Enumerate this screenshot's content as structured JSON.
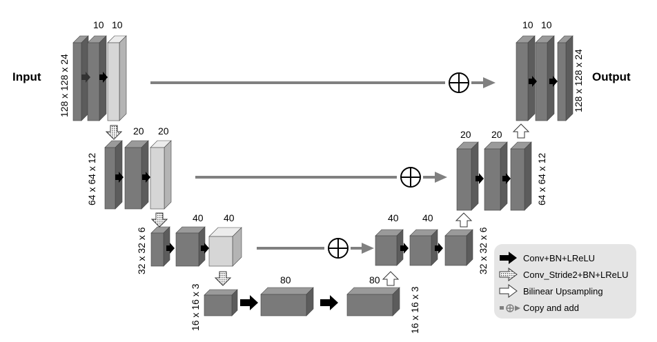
{
  "labels": {
    "input": "Input",
    "output": "Output"
  },
  "level1": {
    "dim_enc": "128 x 128 x 24",
    "dim_dec": "128 x 128 x 24",
    "enc_ch_a": "10",
    "enc_ch_b": "10",
    "dec_ch_a": "10",
    "dec_ch_b": "10"
  },
  "level2": {
    "dim_enc": "64 x 64 x 12",
    "dim_dec": "64 x 64 x 12",
    "enc_ch_a": "20",
    "enc_ch_b": "20",
    "dec_ch_a": "20",
    "dec_ch_b": "20"
  },
  "level3": {
    "dim_enc": "32 x 32 x 6",
    "dim_dec": "32 x 32 x 6",
    "enc_ch_a": "40",
    "enc_ch_b": "40",
    "dec_ch_a": "40",
    "dec_ch_b": "40"
  },
  "bottleneck": {
    "dim_enc": "16 x 16 x 3",
    "dim_dec": "16 x 16 x 3",
    "ch_a": "80",
    "ch_b": "80"
  },
  "legend": {
    "conv": "Conv+BN+LReLU",
    "conv_stride": "Conv_Stride2+BN+LReLU",
    "upsample": "Bilinear Upsampling",
    "copy_add": "Copy and add"
  },
  "colors": {
    "block_front": "#7a7a7a",
    "block_side": "#5c5c5c",
    "block_top": "#9a9a9a",
    "block_light_front": "#d6d6d6",
    "block_light_side": "#b4b4b4",
    "block_light_top": "#ececec",
    "skip_line": "#808080",
    "legend_bg": "#e5e5e5"
  }
}
